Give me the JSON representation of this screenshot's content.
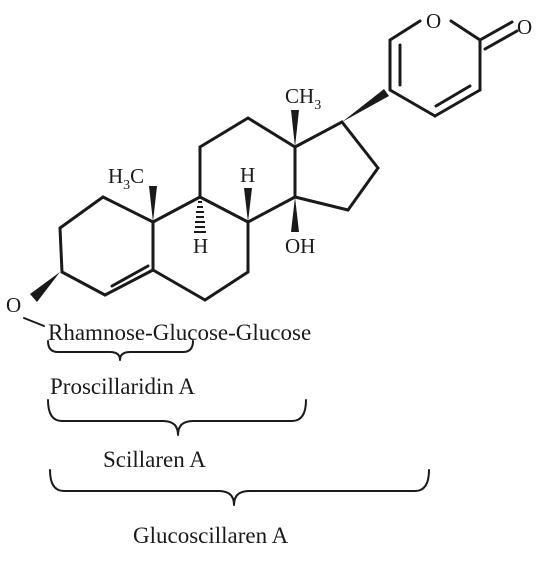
{
  "structure": {
    "oxygen_ring": "O",
    "oxygen_carbonyl": "O",
    "methyl_top": "CH",
    "methyl_top_sub": "3",
    "methyl_left_prefix": "H",
    "methyl_left_sub": "3",
    "methyl_left_suffix": "C",
    "hydrogen_c9": "H",
    "hydrogen_c8": "H",
    "hydroxyl": "OH",
    "glycoside_oxygen": "O"
  },
  "sugar_chain": "Rhamnose-Glucose-Glucose",
  "compounds": {
    "proscillaridin": "Proscillaridin A",
    "scillaren": "Scillaren A",
    "glucoscillaren": "Glucoscillaren A"
  }
}
